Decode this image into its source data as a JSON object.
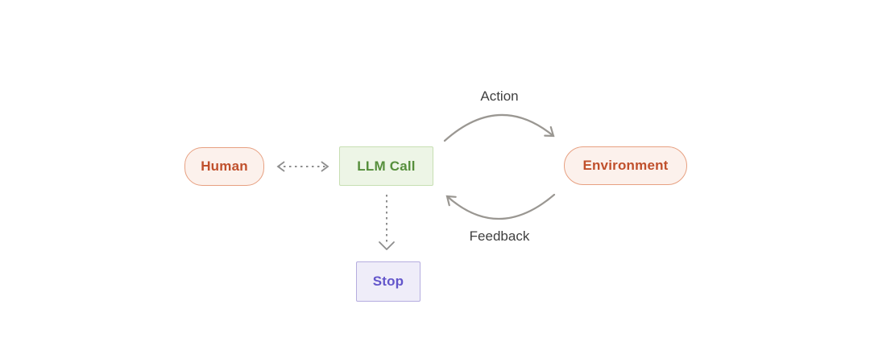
{
  "diagram": {
    "title": "LLM agent loop diagram",
    "background_color": "#ffffff",
    "nodes": [
      {
        "id": "human",
        "label": "Human",
        "shape": "pill",
        "text_color": "#c0502c",
        "bg_color": "#fcf1ec",
        "border_color": "#e7a081"
      },
      {
        "id": "llm-call",
        "label": "LLM Call",
        "shape": "rect",
        "text_color": "#568f3c",
        "bg_color": "#edf5e6",
        "border_color": "#c7dfb3"
      },
      {
        "id": "environment",
        "label": "Environment",
        "shape": "pill",
        "text_color": "#c0502c",
        "bg_color": "#fcf1ec",
        "border_color": "#e7a081"
      },
      {
        "id": "stop",
        "label": "Stop",
        "shape": "rect",
        "text_color": "#6356cb",
        "bg_color": "#efedf9",
        "border_color": "#b5addf"
      }
    ],
    "edges": [
      {
        "from": "llm-call",
        "to": "environment",
        "label": "Action",
        "style": "solid-curved",
        "bidirectional": false,
        "color": "#9a9792"
      },
      {
        "from": "environment",
        "to": "llm-call",
        "label": "Feedback",
        "style": "solid-curved",
        "bidirectional": false,
        "color": "#9a9792"
      },
      {
        "from": "human",
        "to": "llm-call",
        "label": "",
        "style": "dashed",
        "bidirectional": true,
        "color": "#8e8e8e"
      },
      {
        "from": "llm-call",
        "to": "stop",
        "label": "",
        "style": "dashed",
        "bidirectional": false,
        "color": "#8e8e8e"
      }
    ],
    "label_color": "#3f3f3f"
  }
}
